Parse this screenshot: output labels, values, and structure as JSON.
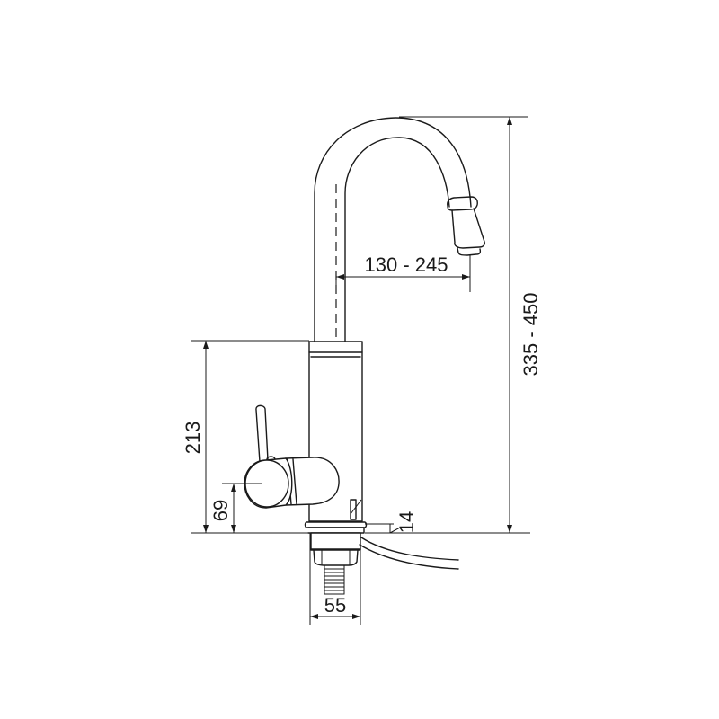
{
  "drawing": {
    "subject": "Faucet technical dimension drawing",
    "line_color": "#1a1a1a",
    "background": "#ffffff"
  },
  "dimensions": {
    "spout_reach": "130 - 245",
    "total_height": "335 - 450",
    "body_height": "213",
    "handle_height": "69",
    "base_ring": "14",
    "base_width": "55"
  }
}
